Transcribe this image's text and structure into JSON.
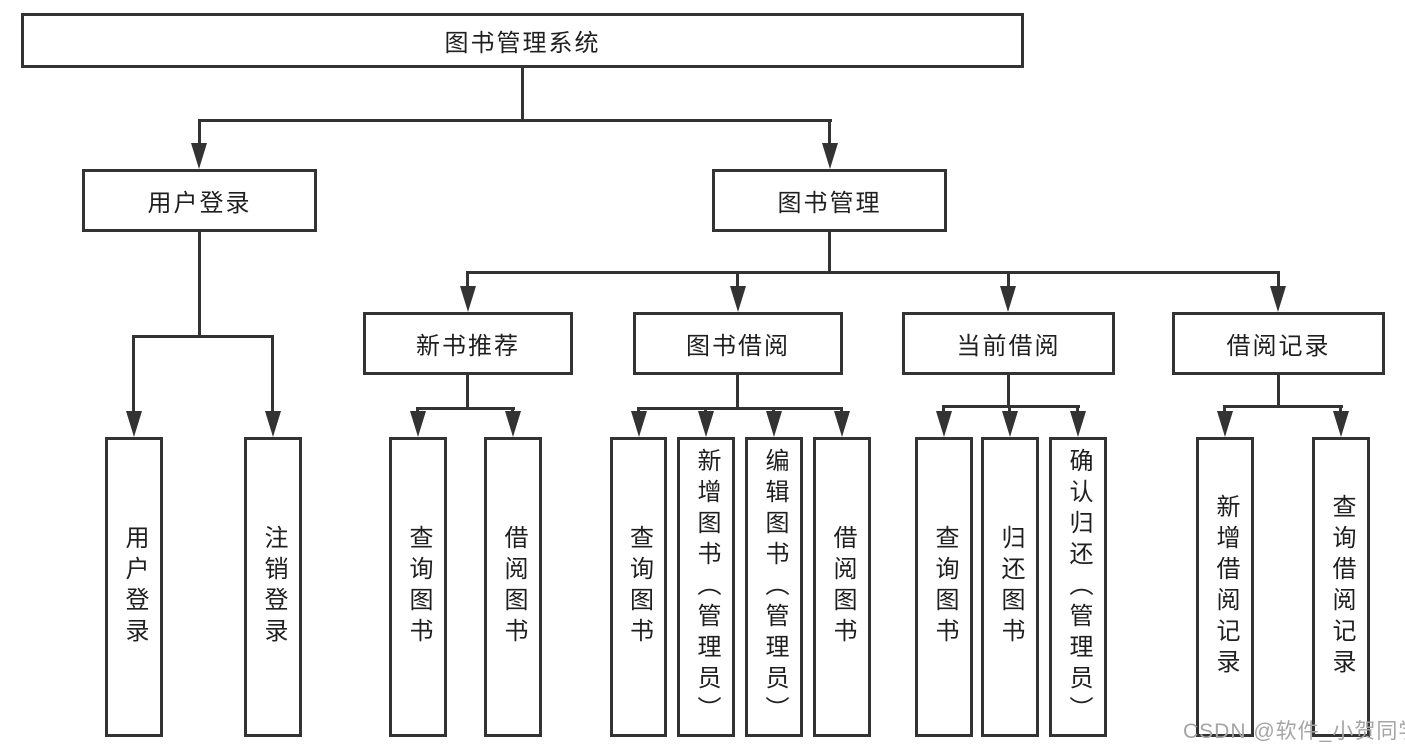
{
  "colors": {
    "line": "#333333",
    "text": "#1f1f1f",
    "background": "#ffffff",
    "watermark": "#a5a5a5"
  },
  "nodes": {
    "root": "图书管理系统",
    "user_login": {
      "label": "用户登录",
      "children": {
        "login": "用户登录",
        "logout": "注销登录"
      }
    },
    "book_mgmt": {
      "label": "图书管理",
      "children": {
        "new_rec": {
          "label": "新书推荐",
          "children": {
            "query": "查询图书",
            "borrow": "借阅图书"
          }
        },
        "borrow": {
          "label": "图书借阅",
          "children": {
            "query": "查询图书",
            "add": "新增图书（管理员）",
            "edit": "编辑图书（管理员）",
            "borrow": "借阅图书"
          }
        },
        "current": {
          "label": "当前借阅",
          "children": {
            "query": "查询图书",
            "return": "归还图书",
            "confirm": "确认归还（管理员）"
          }
        },
        "records": {
          "label": "借阅记录",
          "children": {
            "add": "新增借阅记录",
            "query": "查询借阅记录"
          }
        }
      }
    }
  },
  "watermark": {
    "text": "CSDN @软件_小贺同学"
  }
}
